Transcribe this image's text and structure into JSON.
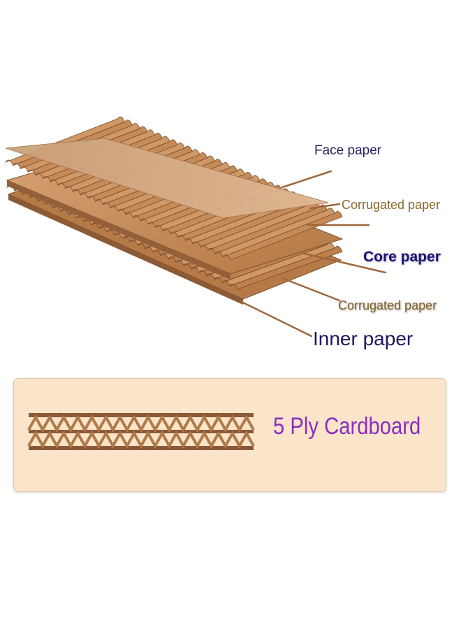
{
  "diagram": {
    "labels": {
      "face_paper": "Face paper",
      "corrugated_paper_top": "Corrugated paper",
      "core_paper": "Core paper",
      "corrugated_paper_bottom": "Corrugated paper",
      "inner_paper": "Inner paper"
    }
  },
  "cross_section": {
    "label": "5 Ply Cardboard"
  },
  "colors": {
    "kraft": "#c4895a",
    "kraft_dark": "#8c5a34",
    "leader_line": "#a0663a",
    "panel_bg": "#fae5cb",
    "panel_text": "#8a2fbd",
    "label_navy": "#1f165e"
  }
}
